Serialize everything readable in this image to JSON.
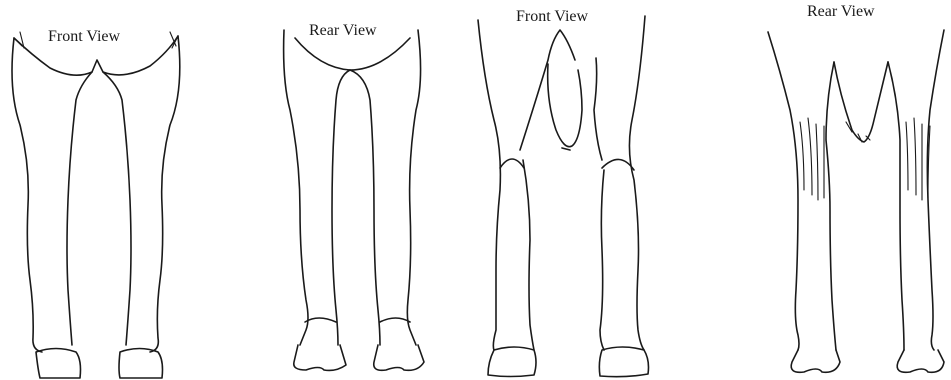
{
  "figure": {
    "panels": [
      {
        "caption": "Front View"
      },
      {
        "caption": "Rear View"
      },
      {
        "caption": "Front View"
      },
      {
        "caption": "Rear View"
      }
    ]
  }
}
